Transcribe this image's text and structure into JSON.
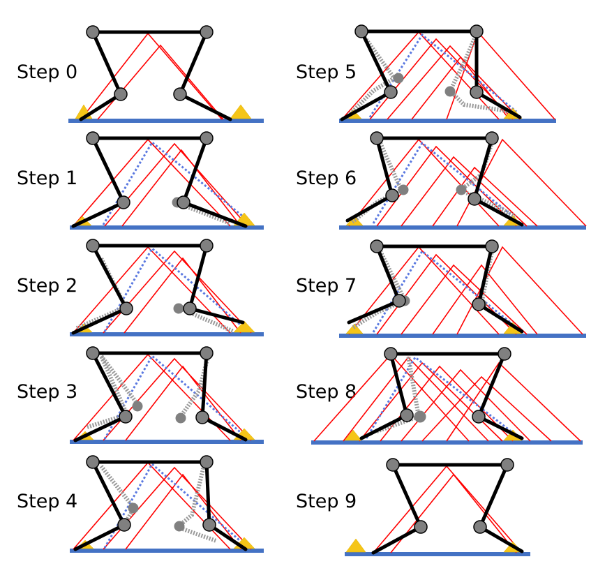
{
  "steps": [
    {
      "label": "Step 0"
    },
    {
      "label": "Step 1"
    },
    {
      "label": "Step 2"
    },
    {
      "label": "Step 3"
    },
    {
      "label": "Step 4"
    },
    {
      "label": "Step 5"
    },
    {
      "label": "Step 6"
    },
    {
      "label": "Step 7"
    },
    {
      "label": "Step 8"
    },
    {
      "label": "Step 9"
    }
  ],
  "colors": {
    "ground": "#4472c4",
    "triangle_lines": "#ff0000",
    "trace_lines": "#5a78e0",
    "links": "#000000",
    "joints": "#808080",
    "foot_markers": "#f5c518"
  }
}
